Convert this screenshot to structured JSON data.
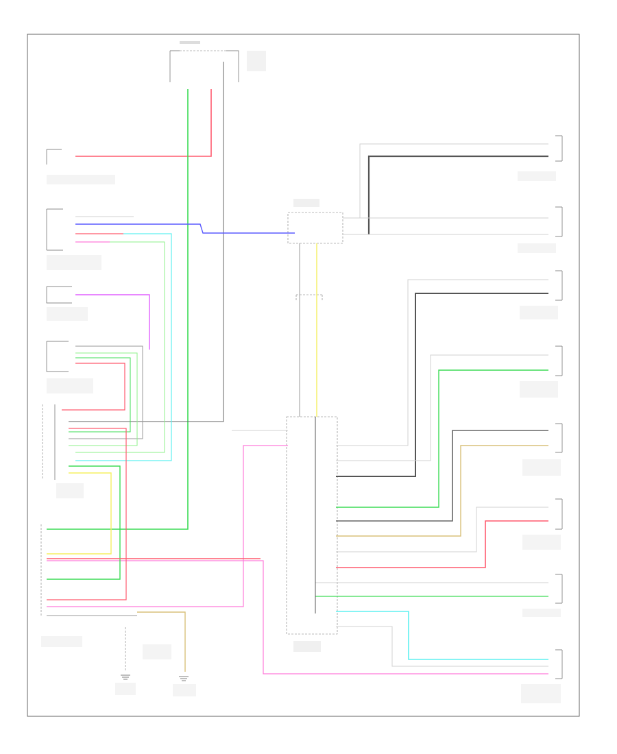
{
  "footer_code": "",
  "colors": {
    "red": "#ff5a6e",
    "green": "#3ddc56",
    "light_green": "#8df08a",
    "blue": "#5a5aff",
    "pink": "#ff7ad9",
    "magenta": "#e060ff",
    "yellow": "#f5f060",
    "cyan": "#5ff0f0",
    "tan": "#d9c07a",
    "gray": "#9a9a9a",
    "dark_gray": "#555555",
    "light_gray": "#d0d0d0"
  },
  "components": [
    {
      "id": "top-connector",
      "label": ""
    },
    {
      "id": "left-module-1",
      "label": ""
    },
    {
      "id": "left-module-2",
      "label": ""
    },
    {
      "id": "left-module-3",
      "label": ""
    },
    {
      "id": "left-module-4",
      "label": ""
    },
    {
      "id": "left-module-5",
      "label": ""
    },
    {
      "id": "center-junction-upper",
      "label": ""
    },
    {
      "id": "center-junction-lower",
      "label": ""
    },
    {
      "id": "right-sensor-1",
      "label": ""
    },
    {
      "id": "right-sensor-2",
      "label": ""
    },
    {
      "id": "right-sensor-3",
      "label": ""
    },
    {
      "id": "right-sensor-4",
      "label": ""
    },
    {
      "id": "right-sensor-5",
      "label": ""
    },
    {
      "id": "right-sensor-6",
      "label": ""
    },
    {
      "id": "right-sensor-7",
      "label": ""
    },
    {
      "id": "right-sensor-8",
      "label": ""
    },
    {
      "id": "ground-1",
      "label": ""
    },
    {
      "id": "ground-2",
      "label": ""
    }
  ]
}
